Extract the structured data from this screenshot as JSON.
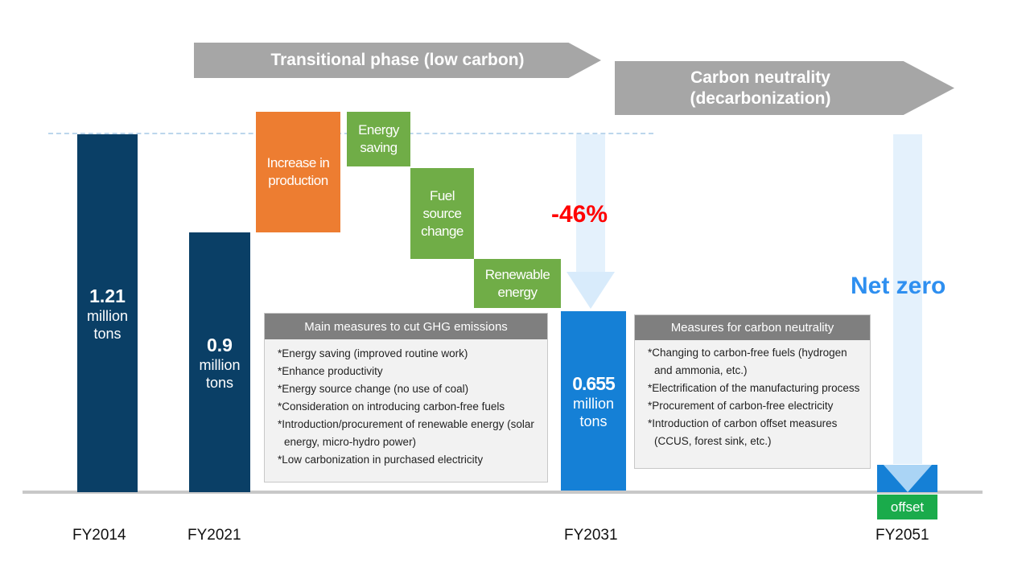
{
  "phases": {
    "transitional": "Transitional phase (low carbon)",
    "neutral_line1": "Carbon neutrality",
    "neutral_line2": "(decarbonization)"
  },
  "bars": [
    {
      "year": "FY2014",
      "value": "1.21",
      "unit1": "million",
      "unit2": "tons"
    },
    {
      "year": "FY2021",
      "value": "0.9",
      "unit1": "million",
      "unit2": "tons"
    },
    {
      "year": "FY2031",
      "value": "0.655",
      "unit1": "million",
      "unit2": "tons"
    },
    {
      "year": "FY2051"
    }
  ],
  "blocks": {
    "increase": "Increase in production",
    "saving": "Energy saving",
    "fuel": "Fuel source change",
    "renewable": "Renewable energy"
  },
  "reduction_label": "-46%",
  "net_zero_label": "Net zero",
  "offset_label": "offset",
  "panels": {
    "main": {
      "title": "Main measures to cut GHG emissions",
      "items": [
        "*Energy saving (improved routine work)",
        "*Enhance productivity",
        "*Energy source change (no use of coal)",
        "*Consideration on introducing carbon-free fuels",
        "*Introduction/procurement of renewable energy (solar energy, micro-hydro power)",
        "*Low carbonization in purchased electricity"
      ]
    },
    "neutral": {
      "title": "Measures for carbon neutrality",
      "items": [
        "*Changing to carbon-free fuels (hydrogen and ammonia, etc.)",
        "*Electrification of the manufacturing process",
        "*Procurement of carbon-free electricity",
        "*Introduction of carbon offset measures (CCUS, forest sink, etc.)"
      ]
    }
  },
  "colors": {
    "dark_bar": "#0a3f66",
    "blue_bar": "#1580d6",
    "orange": "#ed7d31",
    "green": "#70ad47",
    "reduction_red": "#ff0000",
    "net_zero_blue": "#2e8ff0",
    "offset_green": "#1aab4b"
  }
}
